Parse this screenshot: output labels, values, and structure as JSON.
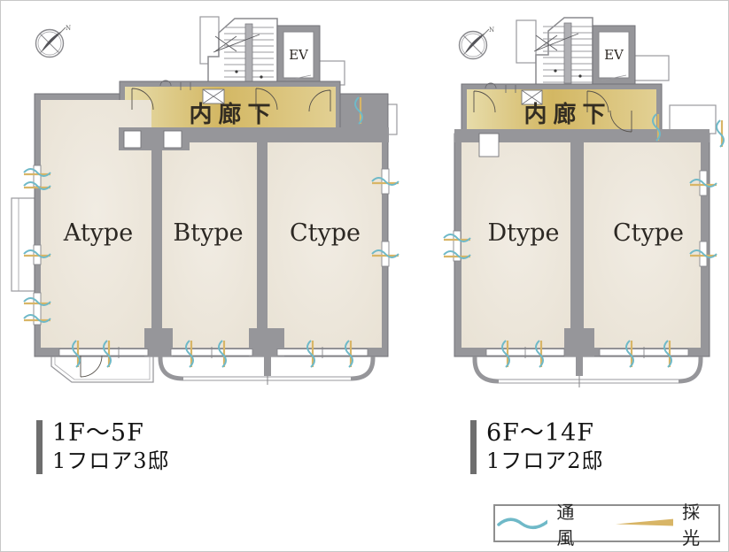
{
  "page": {
    "background": "#ffffff"
  },
  "compass": {
    "label": "N"
  },
  "plans": [
    {
      "corridor_label": "内廊下",
      "elevator_label": "EV",
      "rooms": [
        {
          "label": "Atype"
        },
        {
          "label": "Btype"
        },
        {
          "label": "Ctype"
        }
      ],
      "caption_line1": "1F〜5F",
      "caption_line2": "1フロア3邸"
    },
    {
      "corridor_label": "内廊下",
      "elevator_label": "EV",
      "rooms": [
        {
          "label": "Dtype"
        },
        {
          "label": "Ctype"
        }
      ],
      "caption_line1": "6F〜14F",
      "caption_line2": "1フロア2邸"
    }
  ],
  "legend": {
    "vent_label": "通風",
    "light_label": "採光"
  },
  "colors": {
    "wall": "#96969a",
    "wall_stroke": "#737378",
    "room": "#ece6da",
    "corridor_gold": "#d3b763",
    "corridor_gold_light": "#e9deb2",
    "vent_blue": "#6fb9c8",
    "light_gold": "#d8b566",
    "label_text": "#2c2823",
    "caption_bar": "#6e6e6e"
  }
}
